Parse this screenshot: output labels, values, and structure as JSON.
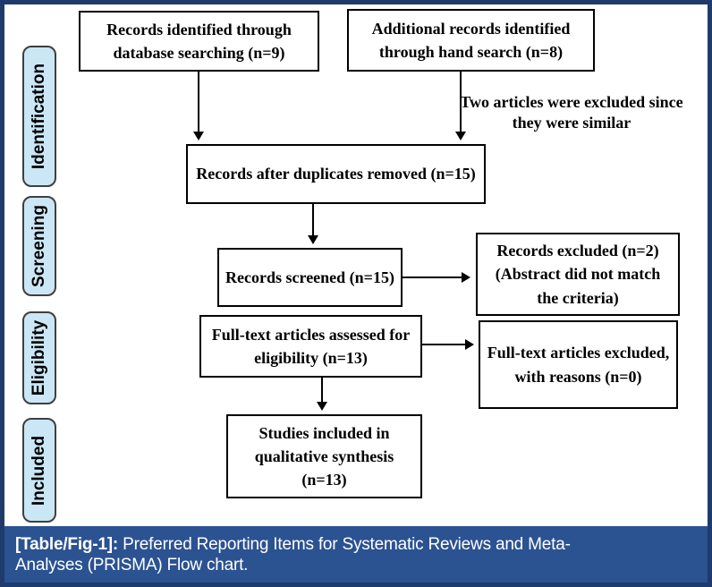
{
  "stages": [
    {
      "label": "Identification"
    },
    {
      "label": "Screening"
    },
    {
      "label": "Eligibility"
    },
    {
      "label": "Included"
    }
  ],
  "flow": {
    "records_db": "Records identified through database searching (n=9)",
    "records_hand": "Additional records identified through hand search (n=8)",
    "exclusion_note": "Two articles were excluded since they were similar",
    "duplicates_removed": "Records after duplicates removed (n=15)",
    "records_screened": "Records screened (n=15)",
    "records_excluded": "Records excluded (n=2) (Abstract did not match the criteria)",
    "fulltext_assessed": "Full-text articles assessed for eligibility (n=13)",
    "fulltext_excluded": "Full-text articles excluded, with reasons (n=0)",
    "studies_included": "Studies included in qualitative synthesis (n=13)"
  },
  "caption": {
    "tag": "[Table/Fig-1]:",
    "text": "Preferred Reporting Items for Systematic Reviews and Meta-Analyses (PRISMA) Flow chart."
  },
  "colors": {
    "frame_border": "#1f3b6c",
    "caption_bar": "#2b5291",
    "stage_fill": "#cbe7f6",
    "stage_border": "#3f3f3f",
    "box_border": "#000000"
  }
}
